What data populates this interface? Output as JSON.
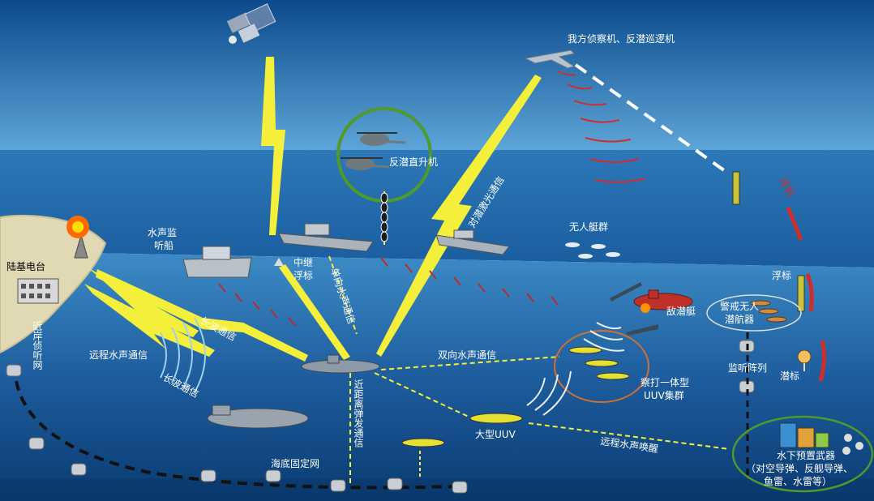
{
  "labels": {
    "recon_aircraft": "我方侦察机、反潜巡逻机",
    "asw_helicopter": "反潜直升机",
    "laser_comm": "对潜激光通信",
    "drone_swarm": "无人艇群",
    "sonar_ship_1": "水声监",
    "sonar_ship_2": "听船",
    "relay_buoy_1": "中继",
    "relay_buoy_2": "浮标",
    "one_way_acoustic": "单向水声通信",
    "shore_station": "陆基电台",
    "nearshore_net": "近岸侦听网",
    "long_range_acoustic": "远程水声通信",
    "longwave_upper": "长波通信",
    "longwave_lower": "长波通信",
    "two_way_acoustic": "双向水声通信",
    "enemy_sub": "敌潜艇",
    "uuv_cluster_1": "察打一体型",
    "uuv_cluster_2": "UUV集群",
    "large_uuv": "大型UUV",
    "remote_wakeup": "远程水声唤醒",
    "short_range": "近距离弹发通信",
    "seabed_net": "海底固定网",
    "buoy": "浮标",
    "guard_uuv_1": "警戒无人",
    "guard_uuv_2": "潜航器",
    "monitor_array": "监听阵列",
    "submersible_marker": "潜标",
    "prepositioned_1": "水下预置武器",
    "prepositioned_2": "（对空导弹、反舰导弹、",
    "prepositioned_3": "鱼雷、水雷等）",
    "sonobuoy_label": "浮标"
  },
  "colors": {
    "sky_top": "#0b4a8c",
    "sky_bottom": "#5aa6d8",
    "sea_surface": "#2f7fc0",
    "deep_sea": "#0a3f7c",
    "lightning": "#f4ef3a",
    "acoustic_dash": "#f4ef3a",
    "red_wave": "#d22d2d",
    "helicopter_ring": "#4e9a2a"
  }
}
